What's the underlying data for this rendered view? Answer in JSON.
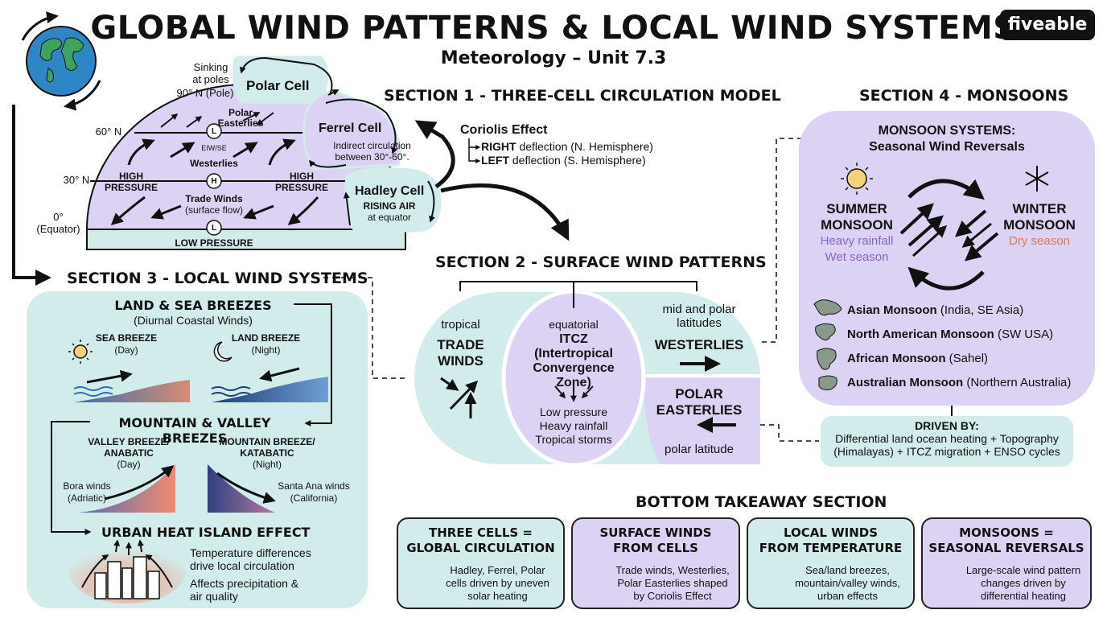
{
  "header": {
    "title": "GLOBAL WIND PATTERNS & LOCAL WIND SYSTEMS",
    "subtitle": "Meteorology – Unit 7.3",
    "logo": "fiveable"
  },
  "section1": {
    "heading": "SECTION 1 - THREE-CELL CIRCULATION MODEL",
    "latitudes": {
      "pole": "90° N (Pole)",
      "lat60": "60° N",
      "lat30": "30° N",
      "equator_a": "0°",
      "equator_b": "(Equator)"
    },
    "sinking_a": "Sinking",
    "sinking_b": "at poles",
    "polar_cell": "Polar Cell",
    "ferrel_cell": "Ferrel Cell",
    "ferrel_desc_a": "Indirect circulation",
    "ferrel_desc_b": "between 30°-60°.",
    "hadley_cell": "Hadley Cell",
    "hadley_desc_a": "RISING AIR",
    "hadley_desc_b": "at equator",
    "polar_easterlies_a": "Polar",
    "polar_easterlies_b": "Easterlies",
    "l_marker": "L",
    "h_marker": "H",
    "ew_label": "EIW/SE",
    "westerlies": "Westerlies",
    "high_pressure_a": "HIGH",
    "high_pressure_b": "PRESSURE",
    "trade_winds": "Trade Winds",
    "surface_flow": "(surface flow)",
    "low_pressure": "LOW PRESSURE",
    "coriolis": {
      "title": "Coriolis Effect",
      "right_b": "RIGHT",
      "right_rest": " deflection (N. Hemisphere)",
      "left_b": "LEFT",
      "left_rest": " deflection (S. Hemisphere)"
    }
  },
  "section2": {
    "heading": "SECTION 2 - SURFACE WIND PATTERNS",
    "tropical": "tropical",
    "trade_a": "TRADE",
    "trade_b": "WINDS",
    "equatorial": "equatorial",
    "itcz": "ITCZ",
    "itcz_full_a": "(Intertropical",
    "itcz_full_b": "Convergence Zone)",
    "itcz_effects": [
      "Low pressure",
      "Heavy rainfall",
      "Tropical storms"
    ],
    "midpolar_a": "mid and polar",
    "midpolar_b": "latitudes",
    "westerlies": "WESTERLIES",
    "polar_a": "POLAR",
    "polar_b": "EASTERLIES",
    "polar_latitude": "polar latitude"
  },
  "section3": {
    "heading": "SECTION 3 - LOCAL WIND SYSTEMS",
    "land_sea": "LAND & SEA BREEZES",
    "diurnal": "(Diurnal Coastal Winds)",
    "sea_breeze": "SEA BREEZE",
    "day": "(Day)",
    "land_breeze": "LAND BREEZE",
    "night": "(Night)",
    "mountain_valley": "MOUNTAIN & VALLEY BREEZES",
    "valley_a": "VALLEY BREEZE/",
    "valley_b": "ANABATIC",
    "mountain_a": "MOUNTAIN BREEZE/",
    "mountain_b": "KATABATIC",
    "bora_a": "Bora winds",
    "bora_b": "(Adriatic)",
    "santa_a": "Santa Ana winds",
    "santa_b": "(California)",
    "uhi": "URBAN HEAT ISLAND EFFECT",
    "uhi_a": "Temperature differences",
    "uhi_b": "drive local circulation",
    "uhi_c": "Affects precipitation &",
    "uhi_d": "air quality"
  },
  "section4": {
    "heading": "SECTION 4 - MONSOONS",
    "systems_a": "MONSOON SYSTEMS:",
    "systems_b": "Seasonal Wind Reversals",
    "summer_a": "SUMMER",
    "summer_b": "MONSOON",
    "summer_c": "Heavy rainfall",
    "summer_d": "Wet season",
    "winter_a": "WINTER",
    "winter_b": "MONSOON",
    "winter_c": "Dry season",
    "monsoons": [
      {
        "name": "Asian Monsoon",
        "region": " (India, SE Asia)"
      },
      {
        "name": "North American Monsoon",
        "region": " (SW USA)"
      },
      {
        "name": "African Monsoon",
        "region": " (Sahel)"
      },
      {
        "name": "Australian Monsoon",
        "region": " (Northern Australia)"
      }
    ],
    "driven_title": "DRIVEN BY:",
    "driven_a": "Differential land ocean heating + Topography",
    "driven_b": "(Himalayas) + ITCZ migration + ENSO cycles"
  },
  "takeaway": {
    "heading": "BOTTOM TAKEAWAY SECTION",
    "boxes": [
      {
        "title_a": "THREE CELLS =",
        "title_b": "GLOBAL CIRCULATION",
        "body_a": "Hadley, Ferrel, Polar",
        "body_b": "cells driven by uneven",
        "body_c": "solar heating"
      },
      {
        "title_a": "SURFACE WINDS",
        "title_b": "FROM CELLS",
        "body_a": "Trade winds, Westerlies,",
        "body_b": "Polar Easterlies shaped",
        "body_c": "by Coriolis Effect"
      },
      {
        "title_a": "LOCAL WINDS",
        "title_b": "FROM TEMPERATURE",
        "body_a": "Sea/land breezes,",
        "body_b": "mountain/valley winds,",
        "body_c": "urban effects"
      },
      {
        "title_a": "MONSOONS =",
        "title_b": "SEASONAL REVERSALS",
        "body_a": "Large-scale wind pattern",
        "body_b": "changes driven by",
        "body_c": "differential heating"
      }
    ]
  },
  "colors": {
    "teal": "#d2ecec",
    "lavender": "#dcd3f4",
    "purple_text": "#8a63c9",
    "orange_text": "#e0785a",
    "globe_blue": "#2f86c4"
  },
  "icons": [
    "globe-icon",
    "sun-icon",
    "moon-icon",
    "snowflake-icon",
    "cycle-icon",
    "swap-arrows-icon",
    "map-icon",
    "city-icon"
  ]
}
